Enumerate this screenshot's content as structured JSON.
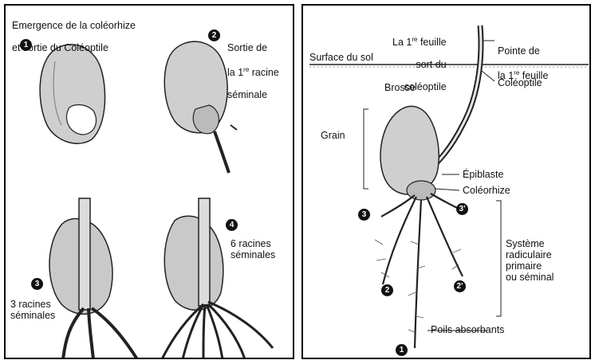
{
  "left_panel": {
    "title_line1": "Emergence de la coléorhize",
    "title_line2": "et sortie du Coléoptile",
    "stages": [
      {
        "badge": "1"
      },
      {
        "badge": "2",
        "label_a": "Sortie de",
        "label_b_pre": "la 1",
        "label_b_sup": "re",
        "label_b_post": " racine",
        "label_c": "séminale"
      },
      {
        "badge": "3",
        "label": "3 racines\nséminales"
      },
      {
        "badge": "4",
        "label": "6 racines\nséminales"
      }
    ]
  },
  "right_panel": {
    "first_leaf_pre": "La 1",
    "first_leaf_sup": "re",
    "first_leaf_post": " feuille",
    "sort_du": "sort du",
    "coleoptile_a": "coléoptile",
    "tip_line1": "Pointe de",
    "tip_line2_pre": "la 1",
    "tip_line2_sup": "re",
    "tip_line2_post": " feuille",
    "soil_surface": "Surface du sol",
    "coleoptile_b": "Coléoptile",
    "brush": "Brosse",
    "grain": "Grain",
    "epiblast": "Épiblaste",
    "coleorhiza": "Coléorhize",
    "root_system": "Système\nradiculaire\nprimaire\nou séminal",
    "root_hairs": "Poils absorbants",
    "badges": [
      "3",
      "3'",
      "2",
      "2'",
      "1"
    ]
  }
}
